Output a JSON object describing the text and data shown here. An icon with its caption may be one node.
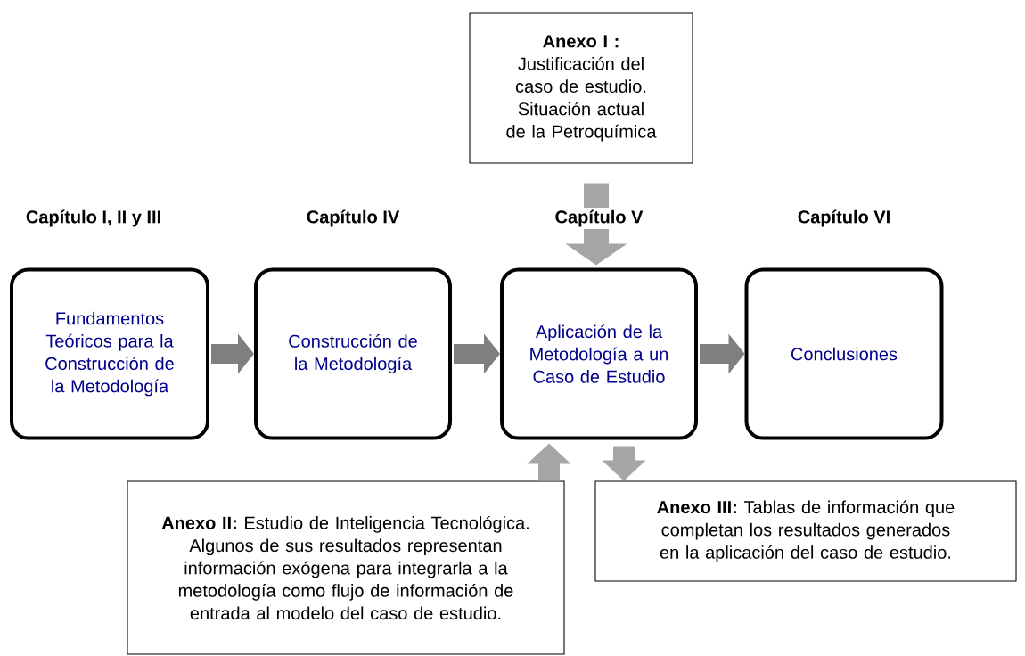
{
  "diagram": {
    "nodes": [
      {
        "text": [
          "Anexo I :",
          "Justificación del caso de estudio. Situación actual de la Petroquímica"
        ]
      },
      {
        "text": [
          "Capítulo I, II y III",
          "Fundamentos Teóricos para la Construcción de la Metodología"
        ]
      },
      {
        "text": [
          "Capítulo IV",
          "Construcción de la Metodología"
        ]
      },
      {
        "text": [
          "Capítulo V",
          "Aplicación de la Metodología a un Caso de Estudio"
        ]
      },
      {
        "text": [
          "Capítulo VI",
          "Conclusiones"
        ]
      },
      {
        "text": [
          "**Anexo II:** Estudio de Inteligencia Tecnológica. Algunos de sus resultados representan información exógena para integrarla a la metodología como flujo de información de entrada al modelo del caso de estudio."
        ]
      },
      {
        "text": [
          "**Anexo III:** Tablas de información que completan los resultados generados en la aplicación del caso de estudio."
        ]
      }
    ],
    "edges": [
      {
        "from": 1,
        "to": 2,
        "arrow": "to"
      },
      {
        "from": 2,
        "to": 3,
        "arrow": "to"
      },
      {
        "from": 3,
        "to": 4,
        "arrow": "to"
      },
      {
        "from": 0,
        "to": 3,
        "arrow": "to",
        "color": "#a6a6a6"
      },
      {
        "from": 5,
        "to": 3,
        "arrow": "to",
        "color": "#a6a6a6"
      },
      {
        "from": 3,
        "to": 6,
        "arrow": "to",
        "color": "#a6a6a6"
      }
    ]
  }
}
